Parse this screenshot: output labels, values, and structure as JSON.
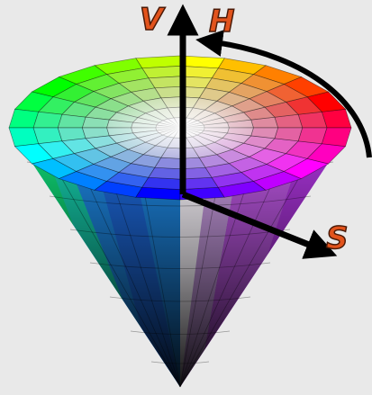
{
  "diagram": {
    "axes": [
      {
        "id": "v",
        "label": "V"
      },
      {
        "id": "h",
        "label": "H"
      },
      {
        "id": "s",
        "label": "S"
      }
    ],
    "colors": {
      "label_fill": "#e2531c",
      "label_stroke": "#4a1a08",
      "arrow": "#000000",
      "background": "#e9e9e9"
    }
  }
}
